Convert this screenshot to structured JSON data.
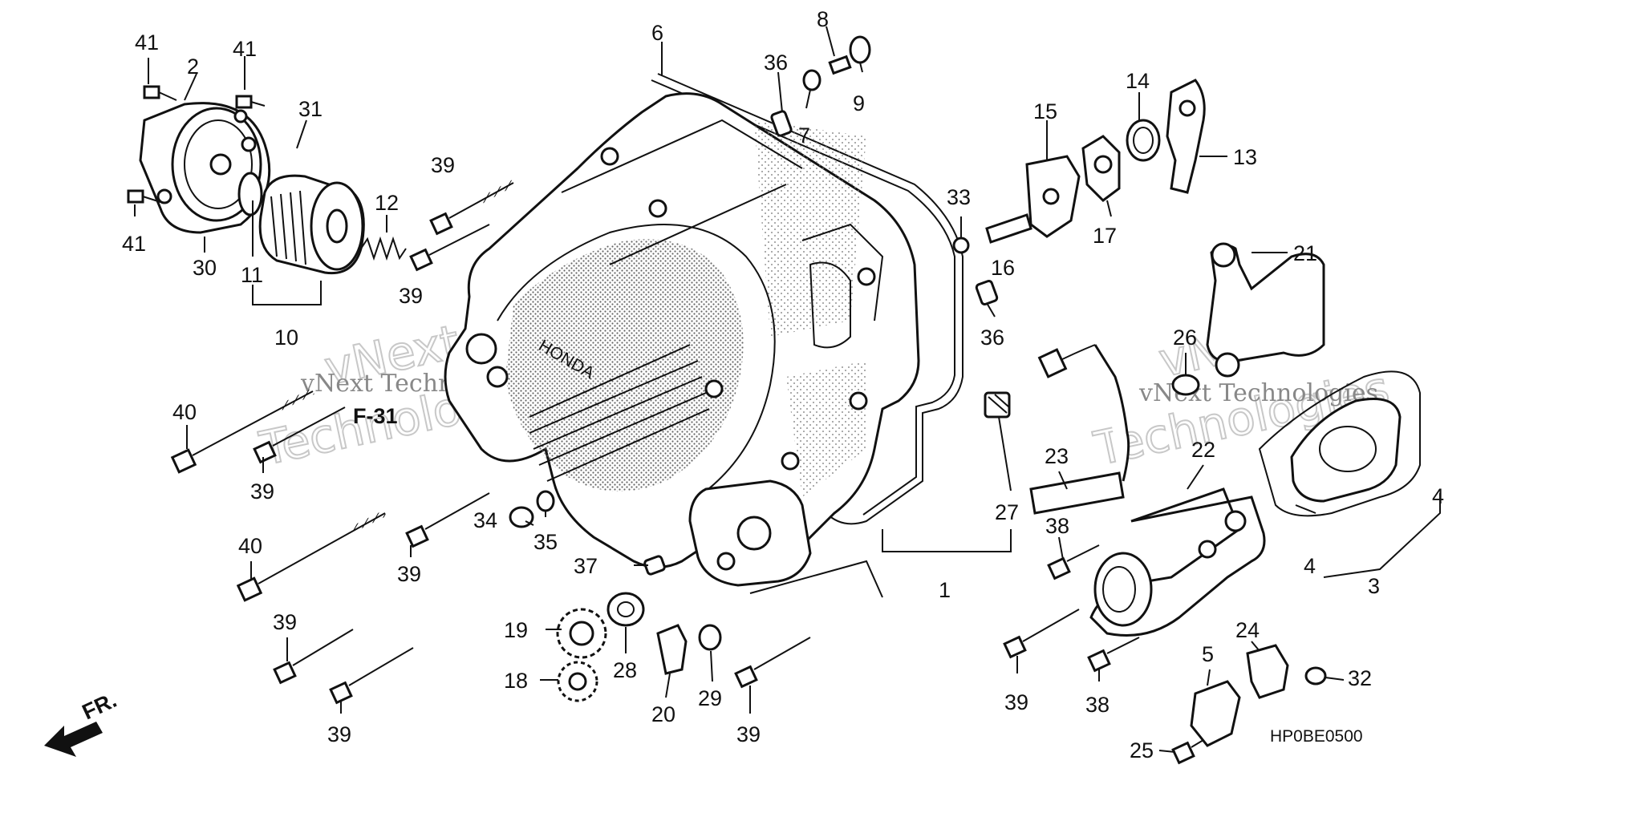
{
  "diagram": {
    "code": "HP0BE0500",
    "ref": "F-31",
    "fr_label": "FR.",
    "watermark": [
      "vNext",
      "Technologies",
      "vNext Technologies"
    ],
    "stamp_text": "HONDA",
    "labels": [
      {
        "id": "l41a",
        "text": "41"
      },
      {
        "id": "l2",
        "text": "2"
      },
      {
        "id": "l41b",
        "text": "41"
      },
      {
        "id": "l31",
        "text": "31"
      },
      {
        "id": "l41c",
        "text": "41"
      },
      {
        "id": "l30",
        "text": "30"
      },
      {
        "id": "l11",
        "text": "11"
      },
      {
        "id": "l12",
        "text": "12"
      },
      {
        "id": "l10",
        "text": "10"
      },
      {
        "id": "l39a",
        "text": "39"
      },
      {
        "id": "l39b",
        "text": "39"
      },
      {
        "id": "l6",
        "text": "6"
      },
      {
        "id": "l36a",
        "text": "36"
      },
      {
        "id": "l8",
        "text": "8"
      },
      {
        "id": "l9",
        "text": "9"
      },
      {
        "id": "l7",
        "text": "7"
      },
      {
        "id": "l15",
        "text": "15"
      },
      {
        "id": "l14",
        "text": "14"
      },
      {
        "id": "l13",
        "text": "13"
      },
      {
        "id": "l33",
        "text": "33"
      },
      {
        "id": "l16",
        "text": "16"
      },
      {
        "id": "l17",
        "text": "17"
      },
      {
        "id": "l36b",
        "text": "36"
      },
      {
        "id": "l21",
        "text": "21"
      },
      {
        "id": "l26",
        "text": "26"
      },
      {
        "id": "l40a",
        "text": "40"
      },
      {
        "id": "l39c",
        "text": "39"
      },
      {
        "id": "l34",
        "text": "34"
      },
      {
        "id": "l35",
        "text": "35"
      },
      {
        "id": "l40b",
        "text": "40"
      },
      {
        "id": "l39d",
        "text": "39"
      },
      {
        "id": "l37",
        "text": "37"
      },
      {
        "id": "l27",
        "text": "27"
      },
      {
        "id": "l1",
        "text": "1"
      },
      {
        "id": "l23",
        "text": "23"
      },
      {
        "id": "l22",
        "text": "22"
      },
      {
        "id": "l4a",
        "text": "4"
      },
      {
        "id": "l4b",
        "text": "4"
      },
      {
        "id": "l3",
        "text": "3"
      },
      {
        "id": "l38a",
        "text": "38"
      },
      {
        "id": "l39e",
        "text": "39"
      },
      {
        "id": "l19",
        "text": "19"
      },
      {
        "id": "l28",
        "text": "28"
      },
      {
        "id": "l18",
        "text": "18"
      },
      {
        "id": "l20",
        "text": "20"
      },
      {
        "id": "l29",
        "text": "29"
      },
      {
        "id": "l39f",
        "text": "39"
      },
      {
        "id": "l39g",
        "text": "39"
      },
      {
        "id": "l39h",
        "text": "39"
      },
      {
        "id": "l38b",
        "text": "38"
      },
      {
        "id": "l5",
        "text": "5"
      },
      {
        "id": "l24",
        "text": "24"
      },
      {
        "id": "l32",
        "text": "32"
      },
      {
        "id": "l25",
        "text": "25"
      }
    ]
  }
}
